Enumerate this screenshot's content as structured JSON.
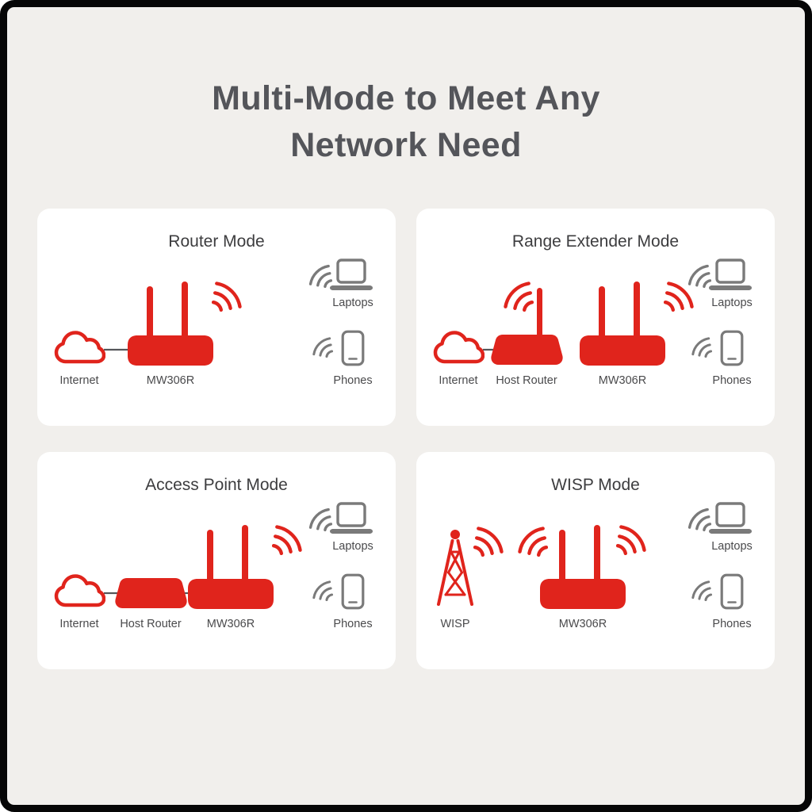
{
  "page": {
    "title_line1": "Multi-Mode to Meet Any",
    "title_line2": "Network Need"
  },
  "cards": [
    {
      "title": "Router Mode",
      "labels": {
        "internet": "Internet",
        "device": "MW306R",
        "laptops": "Laptops",
        "phones": "Phones"
      }
    },
    {
      "title": "Range Extender Mode",
      "labels": {
        "internet": "Internet",
        "host": "Host Router",
        "device": "MW306R",
        "laptops": "Laptops",
        "phones": "Phones"
      }
    },
    {
      "title": "Access Point Mode",
      "labels": {
        "internet": "Internet",
        "host": "Host Router",
        "device": "MW306R",
        "laptops": "Laptops",
        "phones": "Phones"
      }
    },
    {
      "title": "WISP Mode",
      "labels": {
        "wisp": "WISP",
        "device": "MW306R",
        "laptops": "Laptops",
        "phones": "Phones"
      }
    }
  ],
  "icons": [
    "cloud-icon",
    "router-icon",
    "host-router-icon",
    "wifi-signal-icon",
    "laptop-icon",
    "phone-icon",
    "wisp-tower-icon"
  ],
  "colors": {
    "accent_red": "#e0241c",
    "device_gray": "#7a7a7a",
    "title_gray": "#54555a",
    "label_gray": "#4a4a4c",
    "background": "#f1efec",
    "card_background": "#ffffff",
    "frame_black": "#060606"
  }
}
